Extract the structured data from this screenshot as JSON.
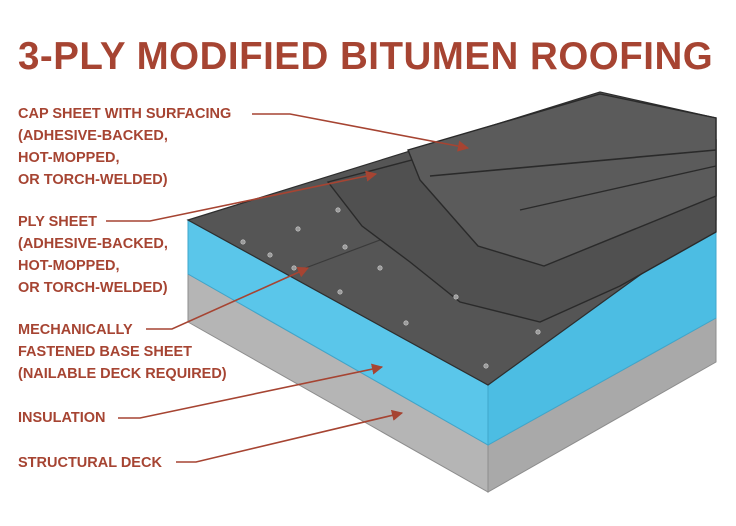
{
  "title": "3-PLY MODIFIED BITUMEN ROOFING",
  "labels": [
    {
      "id": "cap-sheet",
      "lines": [
        "CAP SHEET WITH SURFACING",
        "(ADHESIVE-BACKED,",
        "HOT-MOPPED,",
        "OR TORCH-WELDED)"
      ]
    },
    {
      "id": "ply-sheet",
      "lines": [
        "PLY SHEET",
        "(ADHESIVE-BACKED,",
        "HOT-MOPPED,",
        "OR TORCH-WELDED)"
      ]
    },
    {
      "id": "base-sheet",
      "lines": [
        "MECHANICALLY",
        "FASTENED BASE SHEET",
        "(NAILABLE DECK REQUIRED)"
      ]
    },
    {
      "id": "insulation",
      "lines": [
        "INSULATION"
      ]
    },
    {
      "id": "structural-deck",
      "lines": [
        "STRUCTURAL DECK"
      ]
    }
  ],
  "colors": {
    "accent": "#a64432",
    "insulation": "#55c3e8",
    "deck": "#b9b9b9",
    "membrane": "#4a4a4a"
  }
}
